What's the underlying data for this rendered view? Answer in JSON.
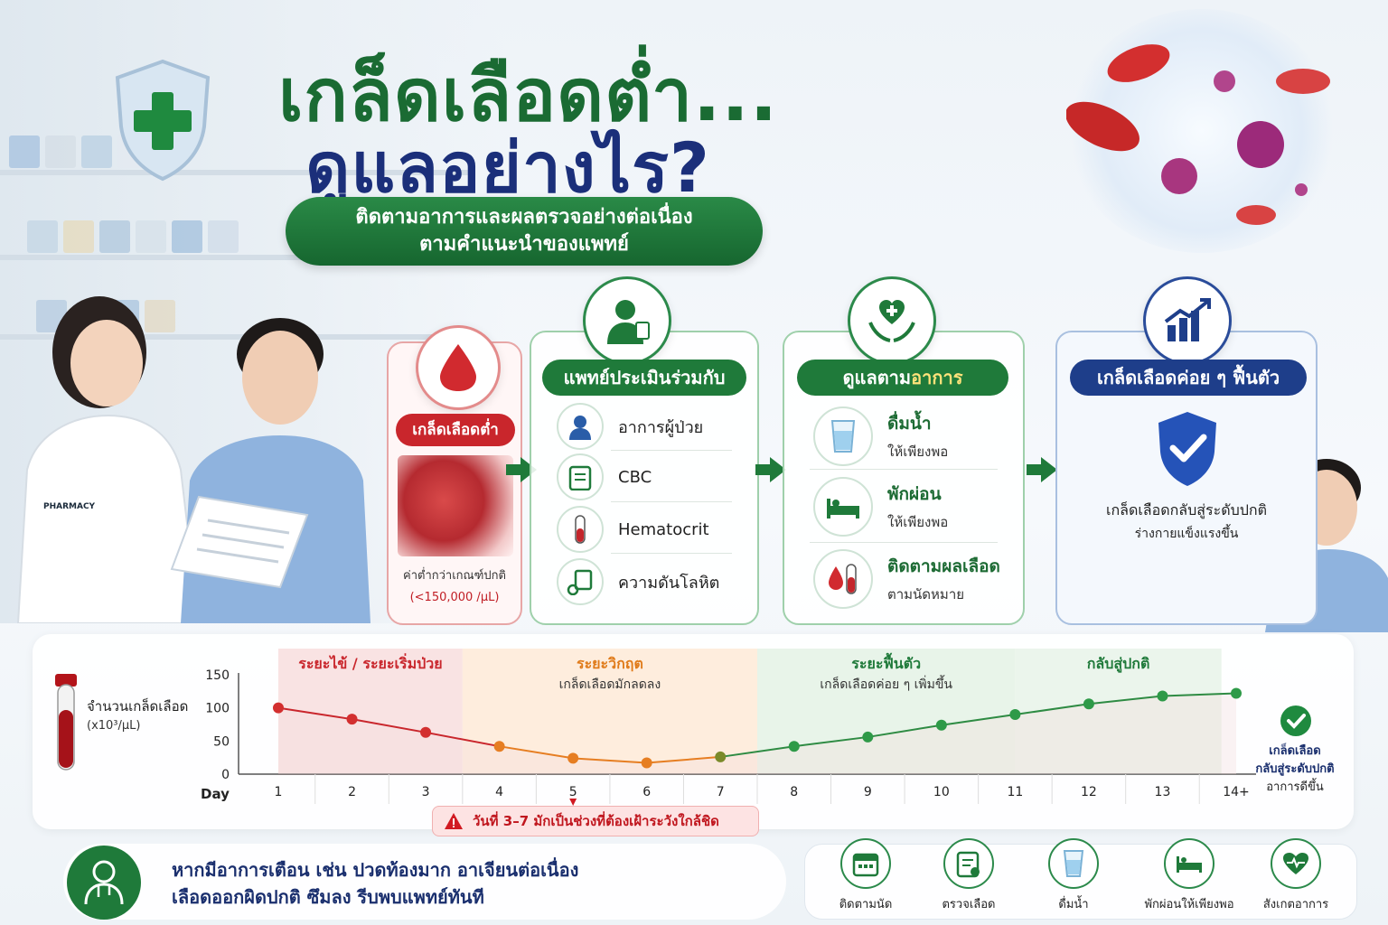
{
  "title": {
    "line1": "เกล็ดเลือดต่ำ...",
    "line2": "ดูแลอย่างไร?",
    "subtitle_line1": "ติดตามอาการและผลตรวจอย่างต่อเนื่อง",
    "subtitle_line2": "ตามคำแนะนำของแพทย์"
  },
  "pharmacy_badge": "PHARMACY",
  "cards": {
    "low": {
      "label": "เกล็ดเลือดต่ำ",
      "note": "ค่าต่ำกว่าเกณฑ์ปกติ",
      "value": "(<150,000 /μL)"
    },
    "assess": {
      "label": "แพทย์ประเมินร่วมกับ",
      "items": [
        "อาการผู้ป่วย",
        "CBC",
        "Hematocrit",
        "ความดันโลหิต"
      ]
    },
    "care": {
      "label_a": "ดูแลตาม",
      "label_b": "อาการ",
      "items": [
        {
          "title": "ดื่มน้ำ",
          "sub": "ให้เพียงพอ"
        },
        {
          "title": "พักผ่อน",
          "sub": "ให้เพียงพอ"
        },
        {
          "title": "ติดตามผลเลือด",
          "sub": "ตามนัดหมาย"
        }
      ]
    },
    "recover": {
      "label": "เกล็ดเลือดค่อย ๆ ฟื้นตัว",
      "note1": "เกล็ดเลือดกลับสู่ระดับปกติ",
      "note2": "ร่างกายแข็งแรงขึ้น"
    }
  },
  "chart_data": {
    "type": "line",
    "ylabel": "จำนวนเกล็ดเลือด",
    "yunit": "(x10³/μL)",
    "xlabel": "Day",
    "x": [
      "1",
      "2",
      "3",
      "4",
      "5",
      "6",
      "7",
      "8",
      "9",
      "10",
      "11",
      "12",
      "13",
      "14+"
    ],
    "values": [
      100,
      83,
      63,
      42,
      24,
      17,
      26,
      42,
      56,
      74,
      90,
      106,
      118,
      122
    ],
    "yticks": [
      0,
      50,
      100,
      150
    ],
    "ylim": [
      0,
      150
    ],
    "phases": [
      {
        "label": "ระยะไข้ / ระยะเริ่มป่วย",
        "sub": "",
        "from": 1,
        "to": 3.5,
        "color": "#f7d9d9"
      },
      {
        "label": "ระยะวิกฤต",
        "sub": "เกล็ดเลือดมักลดลง",
        "from": 3.5,
        "to": 7.5,
        "color": "#fde7d2"
      },
      {
        "label": "ระยะฟื้นตัว",
        "sub": "เกล็ดเลือดค่อย ๆ เพิ่มขึ้น",
        "from": 7.5,
        "to": 11,
        "color": "#e0f0e2"
      },
      {
        "label": "กลับสู่ปกติ",
        "sub": "",
        "from": 11,
        "to": 13.8,
        "color": "#e4f2e6"
      }
    ],
    "warning": "วันที่ 3–7 มักเป็นช่วงที่ต้องเฝ้าระวังใกล้ชิด",
    "end_note": [
      "เกล็ดเลือด",
      "กลับสู่ระดับปกติ",
      "อาการดีขึ้น"
    ]
  },
  "bottom": {
    "message_line1": "หากมีอาการเตือน เช่น ปวดท้องมาก อาเจียนต่อเนื่อง",
    "message_line2": "เลือดออกผิดปกติ ซึมลง รีบพบแพทย์ทันที",
    "tips": [
      "ติดตามนัด",
      "ตรวจเลือด",
      "ดื่มน้ำ",
      "พักผ่อนให้เพียงพอ",
      "สังเกตอาการ"
    ]
  },
  "colors": {
    "green": "#1f7a3a",
    "navy": "#1b2f7a",
    "red": "#c9262c",
    "orange": "#e67e22"
  }
}
